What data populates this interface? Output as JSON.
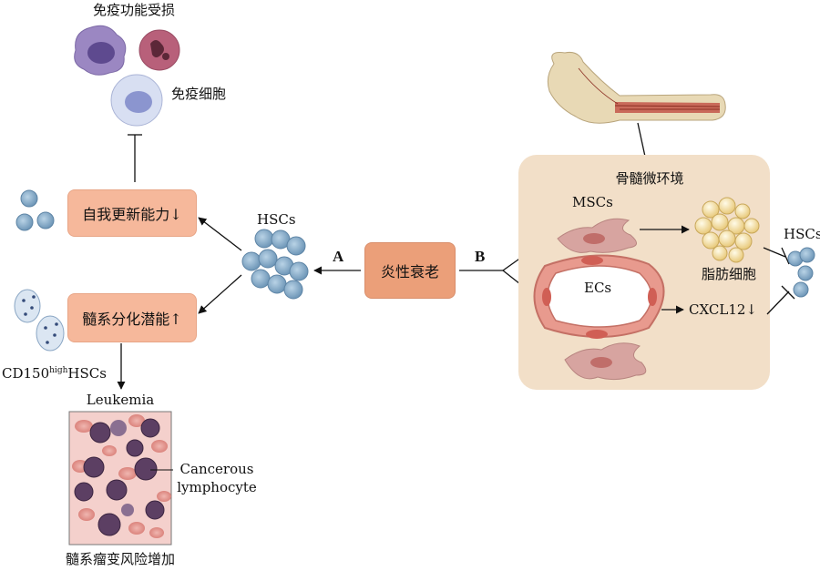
{
  "left": {
    "immune_damage": "免疫功能受损",
    "immune_cells": "免疫细胞",
    "self_renewal": "自我更新能力↓",
    "myeloid_potential": "髓系分化潜能↑",
    "hscs": "HSCs",
    "cd150_prefix": "CD150",
    "cd150_sup": "high",
    "cd150_suffix": "HSCs",
    "leukemia": "Leukemia",
    "cancerous_line1": "Cancerous",
    "cancerous_line2": "lymphocyte",
    "myeloid_risk": "髓系瘤变风险增加"
  },
  "center": {
    "inflammaging": "炎性衰老",
    "label_a": "A",
    "label_b": "B"
  },
  "right": {
    "bone_marrow_niche": "骨髓微环境",
    "mscs": "MSCs",
    "ecs": "ECs",
    "adipocytes": "脂肪细胞",
    "cxcl12": "CXCL12↓",
    "hscs": "HSCs"
  },
  "colors": {
    "box_fill": "#f6b89b",
    "center_box_fill": "#eb9f79",
    "niche_panel": "#f2dfc8",
    "hsc_cell": "#8fb3cf",
    "vessel": "#e89a8e",
    "msc": "#d7a4a0",
    "fat": "#f4e0a8"
  }
}
